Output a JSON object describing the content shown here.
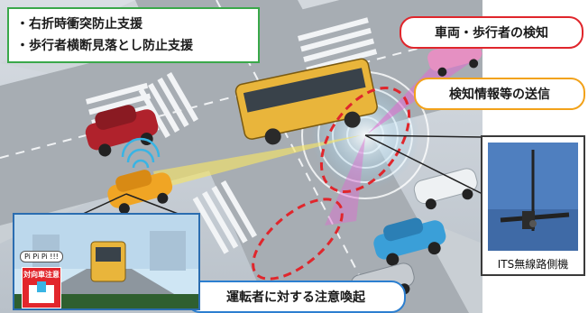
{
  "intro_box": {
    "line1": "・右折時衝突防止支援",
    "line2": "・歩行者横断見落とし防止支援"
  },
  "callouts": {
    "detection": "車両・歩行者の検知",
    "transmission": "検知情報等の送信",
    "driver_alert": "運転者に対する注意喚起"
  },
  "its_device": {
    "caption": "ITS無線路側機"
  },
  "driver_view": {
    "sound_bubble": "Pi Pi Pi !!!",
    "warning_label": "対向車注意"
  },
  "colors": {
    "red_accent": "#e0262c",
    "orange_accent": "#f2a21a",
    "blue_accent": "#2c7fd0",
    "green_accent": "#3aa84a"
  }
}
